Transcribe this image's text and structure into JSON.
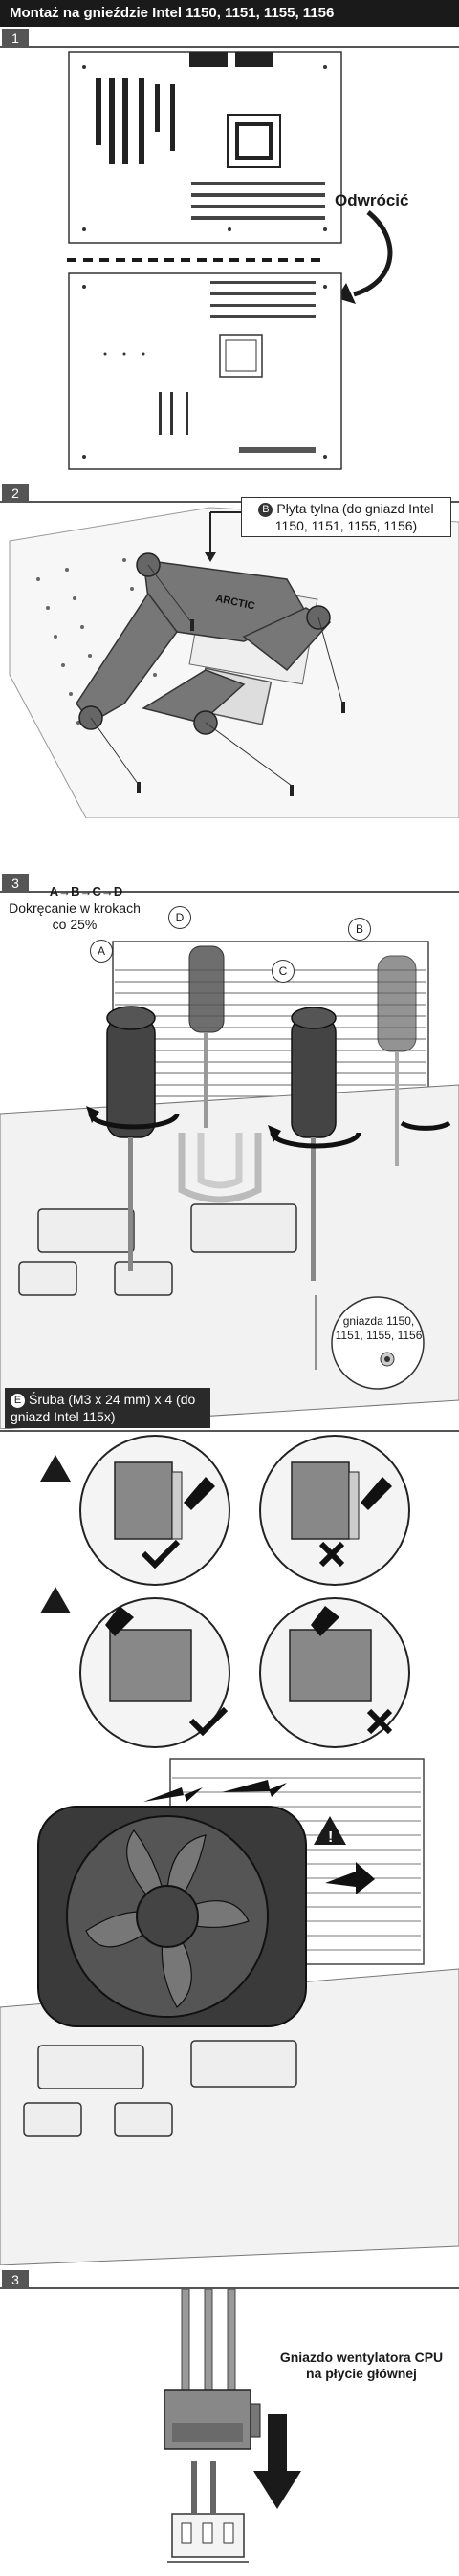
{
  "title": "Montaż na gnieździe Intel 1150, 1151, 1155, 1156",
  "sections": [
    {
      "number": "1",
      "flip_label": "Odwrócić"
    },
    {
      "number": "2",
      "callout_letter": "B",
      "callout_text": "Płyta tylna (do gniazd Intel 1150, 1151, 1155, 1156)",
      "brand": "ARCTIC"
    },
    {
      "number": "3",
      "order_text": "A→B→C→D",
      "tighten_text": "Dokręcanie w krokach co 25%",
      "screw_letters": [
        "A",
        "B",
        "C",
        "D"
      ],
      "socket_label": "gniazda 1150, 1151, 1155, 1156",
      "screw_letter": "E",
      "screw_text": "Śruba (M3 x 24 mm) x 4 (do gniazd Intel 115x)"
    },
    {
      "number": "",
      "warning_symbol": "!"
    },
    {
      "number": "3",
      "fan_header_text": "Gniazdo wentylatora CPU na płycie głównej"
    }
  ],
  "colors": {
    "title_bg": "#1a1a1a",
    "tab_bg": "#555555",
    "line": "#333333",
    "accent_dark": "#2a2a2a"
  }
}
